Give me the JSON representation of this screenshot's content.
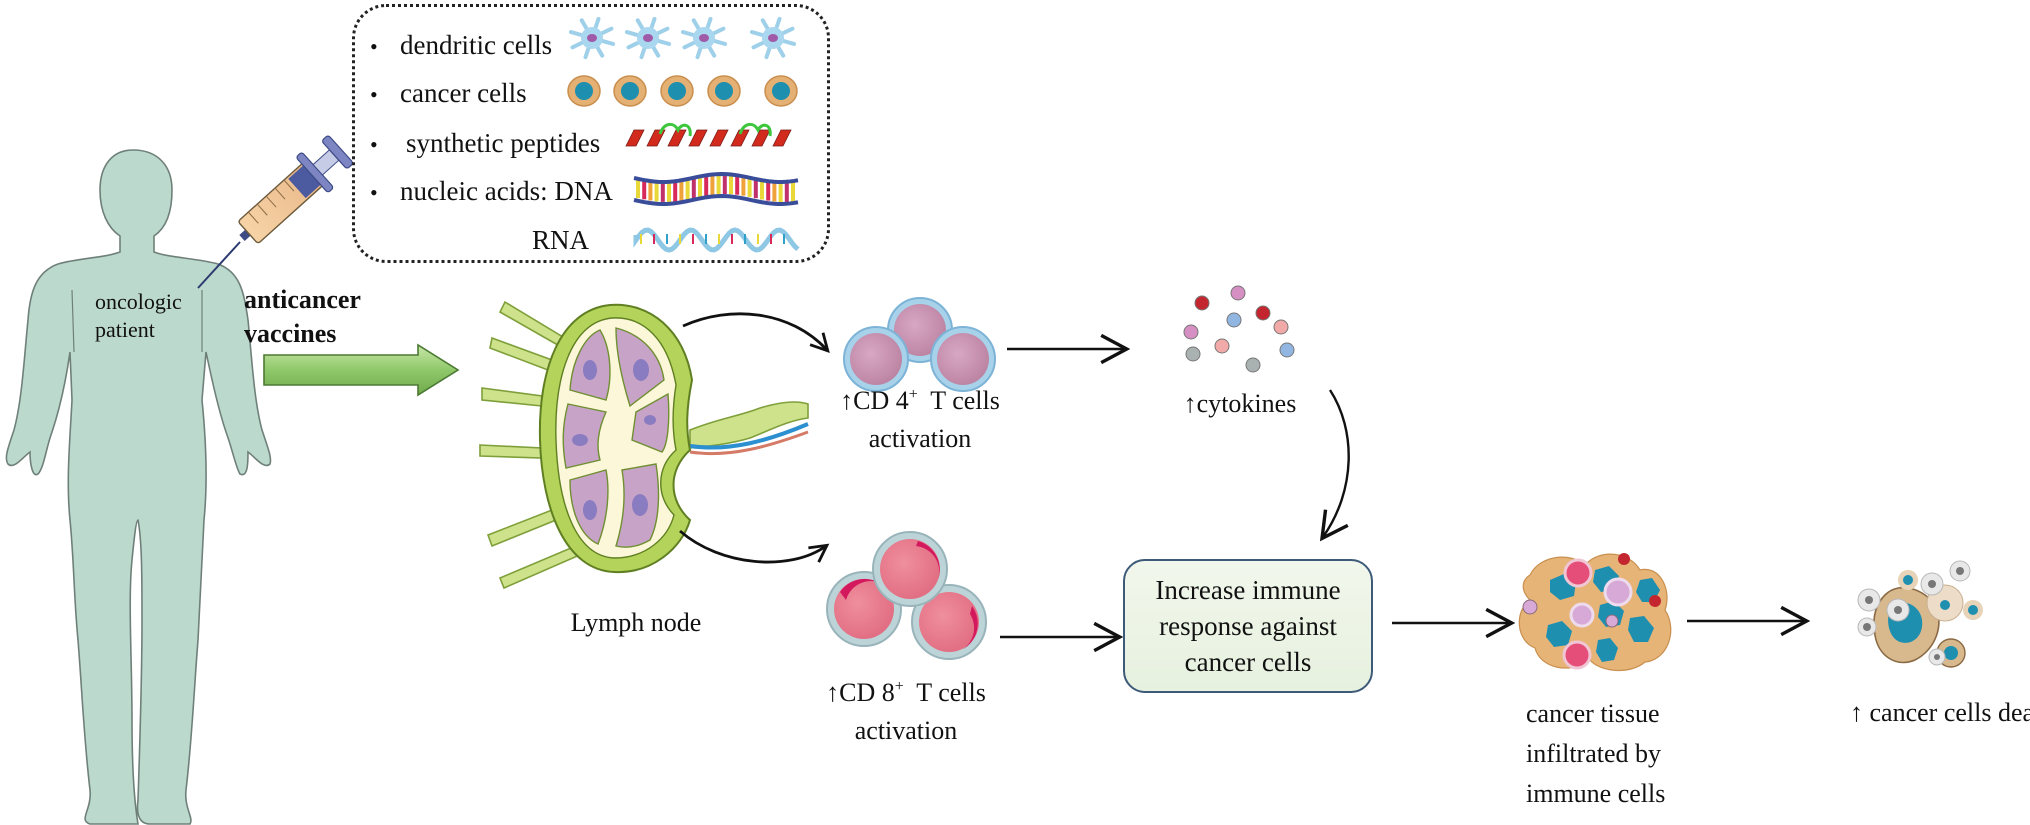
{
  "figure": {
    "patient_label_line1": "oncologic",
    "patient_label_line2": "patient",
    "vaccine_label_line1": "anticancer",
    "vaccine_label_line2": "vaccines",
    "vaccine_types": [
      {
        "bullet": "•",
        "label": "dendritic cells",
        "icon": "dendritic-cell-icon"
      },
      {
        "bullet": "•",
        "label": "cancer cells",
        "icon": "cancer-cell-icon"
      },
      {
        "bullet": "•",
        "label": "synthetic peptides",
        "icon": "peptide-helix-icon"
      },
      {
        "bullet": "•",
        "label": "nucleic acids: DNA",
        "icon": "dna-icon"
      },
      {
        "bullet": "",
        "label": "RNA",
        "icon": "rna-icon"
      }
    ],
    "lymph_node_label": "Lymph node",
    "cd4": {
      "arrow": "↑",
      "prefix": "CD 4",
      "sup": "+",
      "suffix": "  T cells",
      "line2": "activation"
    },
    "cd8": {
      "arrow": "↑",
      "prefix": "CD 8",
      "sup": "+",
      "suffix": "  T cells",
      "line2": "activation"
    },
    "cytokines_label": "↑cytokines",
    "result_box_text": "Increase immune response against cancer cells",
    "tissue_label_line1": "cancer tissue",
    "tissue_label_line2": "infiltrated by",
    "tissue_label_line3": "immune cells",
    "death_label": "↑ cancer cells death",
    "cytokine_dots": [
      {
        "color": "#c3262f"
      },
      {
        "color": "#d58fc3"
      },
      {
        "color": "#c3262f"
      },
      {
        "color": "#92b6e2"
      },
      {
        "color": "#f2aaa8"
      },
      {
        "color": "#d58fc3"
      },
      {
        "color": "#f2aaa8"
      },
      {
        "color": "#aab1b1"
      },
      {
        "color": "#92b6e2"
      },
      {
        "color": "#aab1b1"
      }
    ],
    "colors": {
      "body_fill": "#bcd9cd",
      "body_outline": "#6f807a",
      "arrow_green": "#8fc86a",
      "box_border": "#3d5a78",
      "box_fill": "#ecf4e6",
      "cd4_cell": "#c98fb0",
      "cd4_ring": "#9fcbe6",
      "cd8_cell": "#e77a8e",
      "cd8_ring": "#b5d2d6",
      "node_green": "#b3d35a",
      "node_purple": "#c6a4c4",
      "nucleus_teal": "#1e8fae",
      "cancer_orange": "#e4b073"
    }
  }
}
